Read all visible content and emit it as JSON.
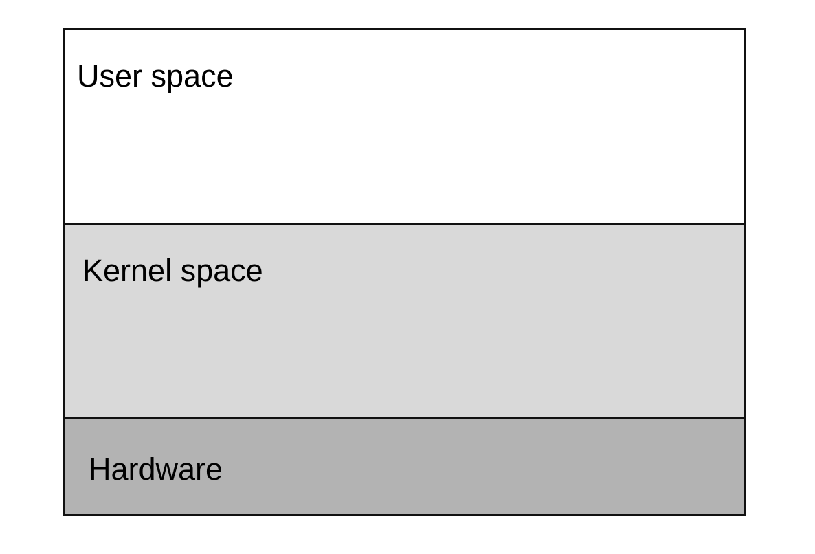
{
  "layers": [
    {
      "label": "User space",
      "fill": "#ffffff"
    },
    {
      "label": "Kernel space",
      "fill": "#d9d9d9"
    },
    {
      "label": "Hardware",
      "fill": "#b3b3b3"
    }
  ],
  "colors": {
    "border": "#111111",
    "background": "#ffffff"
  }
}
